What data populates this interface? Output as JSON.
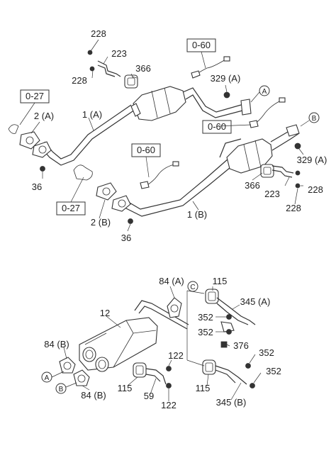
{
  "upper": {
    "refs": {
      "r060_top": "0-60",
      "r027_left": "0-27",
      "r060_right": "0-60",
      "r060_mid": "0-60",
      "r027_bottom": "0-27"
    },
    "labels": {
      "l228_a": "228",
      "l223_a": "223",
      "l228_b": "228",
      "l366_a": "366",
      "l329a_a": "329 (A)",
      "l2a": "2 (A)",
      "l1a": "1 (A)",
      "l36_a": "36",
      "l329a_b": "329 (A)",
      "l366_b": "366",
      "l223_b": "223",
      "l228_c": "228",
      "l228_d": "228",
      "l2b": "2 (B)",
      "l1b": "1 (B)",
      "l36_b": "36"
    },
    "markers": {
      "a_top": "A",
      "b_top": "B"
    }
  },
  "lower": {
    "labels": {
      "l84a": "84 (A)",
      "l115_a": "115",
      "l345a": "345 (A)",
      "l12": "12",
      "l352_a": "352",
      "l352_b": "352",
      "l376": "376",
      "l84b_a": "84 (B)",
      "l122_a": "122",
      "l352_c": "352",
      "l352_d": "352",
      "l115_b": "115",
      "l59": "59",
      "l84b_b": "84 (B)",
      "l115_c": "115",
      "l122_b": "122",
      "l345b": "345 (B)"
    },
    "markers": {
      "c_mark": "C",
      "a_low": "A",
      "b_low": "B"
    }
  }
}
